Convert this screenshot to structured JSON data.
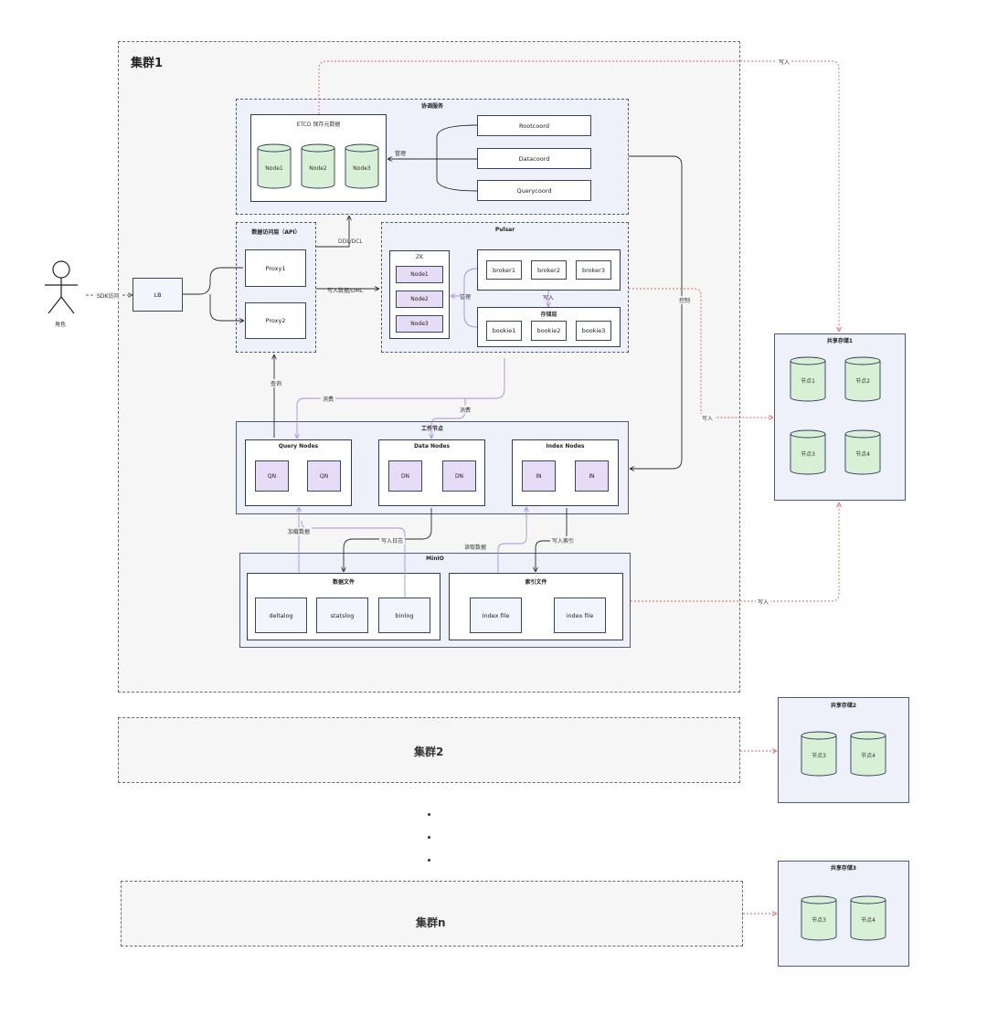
{
  "clusters": {
    "c1": "集群1",
    "c2": "集群2",
    "cn": "集群n"
  },
  "actor": {
    "label": "角色",
    "sdk": "SDK访问"
  },
  "lb": "LB",
  "coord": {
    "title": "协调服务",
    "etcd_title": "ETCD 保存元数据",
    "etcd_nodes": [
      "Node1",
      "Node2",
      "Node3"
    ],
    "coords": [
      "Rootcoord",
      "Datacoord",
      "Querycoord"
    ],
    "manage": "管理"
  },
  "api": {
    "title": "数据访问层（API）",
    "proxies": [
      "Proxy1",
      "Proxy2"
    ],
    "ddl": "DDL/DCL",
    "write": "写入数据/DML"
  },
  "pulsar": {
    "title": "Pulsar",
    "zk_title": "ZK",
    "zk_nodes": [
      "Node1",
      "Node2",
      "Node3"
    ],
    "brokers": [
      "broker1",
      "broker2",
      "broker3"
    ],
    "storage_title": "存储层",
    "bookies": [
      "bookie1",
      "bookie2",
      "bookie3"
    ],
    "write": "写入",
    "manage": "管理"
  },
  "labels": {
    "query": "查询",
    "subscribe1": "消费",
    "subscribe2": "消费",
    "control": "控制",
    "load": "加载数据",
    "write_log": "写入日志",
    "read_data": "读取数据",
    "write_index": "写入索引",
    "write_s1": "写入",
    "write_s2": "写入",
    "write_s3": "写入"
  },
  "workers": {
    "title": "工作节点",
    "query": {
      "title": "Query Nodes",
      "nodes": [
        "QN",
        "QN"
      ]
    },
    "data": {
      "title": "Data Nodes",
      "nodes": [
        "DN",
        "DN"
      ]
    },
    "index": {
      "title": "Index Nodes",
      "nodes": [
        "IN",
        "IN"
      ]
    }
  },
  "minio": {
    "title": "MinIO",
    "data_files": {
      "title": "数据文件",
      "items": [
        "deltalog",
        "statslog",
        "binlog"
      ]
    },
    "index_files": {
      "title": "索引文件",
      "items": [
        "Index file",
        "index file"
      ]
    }
  },
  "storage1": {
    "title": "共享存储1",
    "nodes": [
      "节点1",
      "节点2",
      "节点3",
      "节点4"
    ]
  },
  "storage2": {
    "title": "共享存储2",
    "nodes": [
      "节点3",
      "节点4"
    ]
  },
  "storage3": {
    "title": "共享存储3",
    "nodes": [
      "节点3",
      "节点4"
    ]
  },
  "colors": {
    "cluster_bg": "#f6f6f6",
    "group_bg": "#eef1fa",
    "cylinder": "#d8f0d6",
    "pillar": "#e6dcf6",
    "purple_line": "#a98fe0",
    "red_dotted": "#e0605a",
    "dark_line": "#2b2b2b"
  }
}
